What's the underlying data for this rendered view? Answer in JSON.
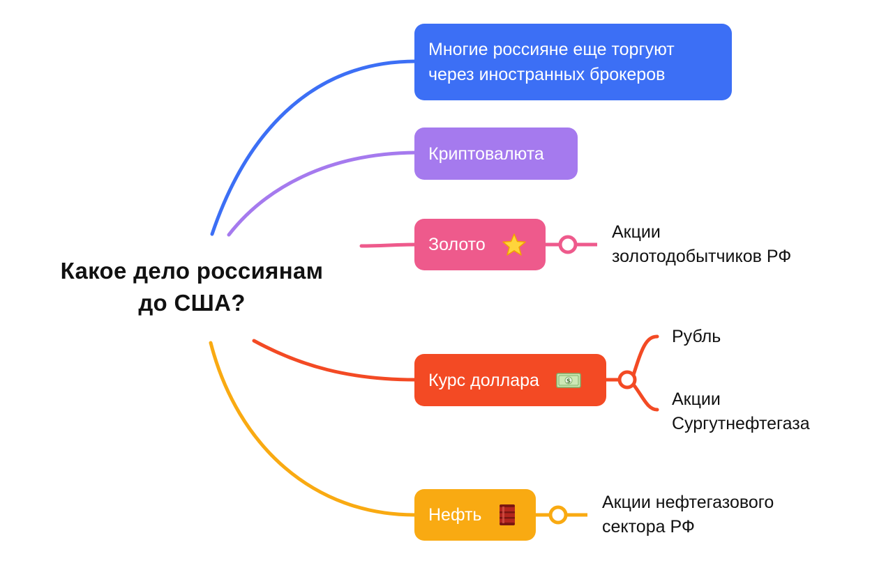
{
  "central": {
    "line1": "Какое дело россиянам",
    "line2": "до США?"
  },
  "branches": [
    {
      "id": "brokers",
      "line1": "Многие россияне еще торгуют",
      "line2": "через иностранных брокеров",
      "color": "#3C6FF5"
    },
    {
      "id": "crypto",
      "label": "Криптовалюта",
      "color": "#A57AEE"
    },
    {
      "id": "gold",
      "label": "Золото",
      "icon": "star-icon",
      "color": "#EE5A8C",
      "leaves": [
        {
          "line1": "Акции",
          "line2": "золотодобытчиков РФ"
        }
      ]
    },
    {
      "id": "dollar",
      "label": "Курс доллара",
      "icon": "money-icon",
      "color": "#F34A24",
      "leaves": [
        {
          "line1": "Рубль"
        },
        {
          "line1": "Акции",
          "line2": "Сургутнефтегаза"
        }
      ]
    },
    {
      "id": "oil",
      "label": "Нефть",
      "icon": "oil-barrel-icon",
      "color": "#F9AA12",
      "leaves": [
        {
          "line1": "Акции нефтегазового",
          "line2": "сектора РФ"
        }
      ]
    }
  ]
}
